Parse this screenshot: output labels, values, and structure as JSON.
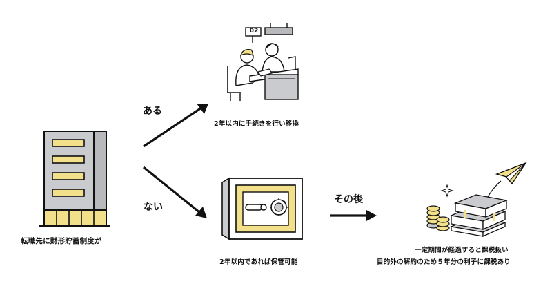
{
  "nodes": {
    "company": {
      "caption": "転職先に財形貯蓄制度が"
    },
    "transfer": {
      "caption": "2年以内に手続きを行い移換",
      "counter_number": "02"
    },
    "safe": {
      "caption": "2年以内であれば保管可能"
    },
    "money": {
      "caption_line1": "一定期間が経過すると課税扱い",
      "caption_line2": "目的外の解約のため５年分の利子に課税あり"
    }
  },
  "edges": {
    "yes_label": "ある",
    "no_label": "ない",
    "after_label": "その後"
  },
  "colors": {
    "accent_yellow": "#f3e08a",
    "building_gray": "#c9cbcf",
    "line_black": "#111111"
  }
}
